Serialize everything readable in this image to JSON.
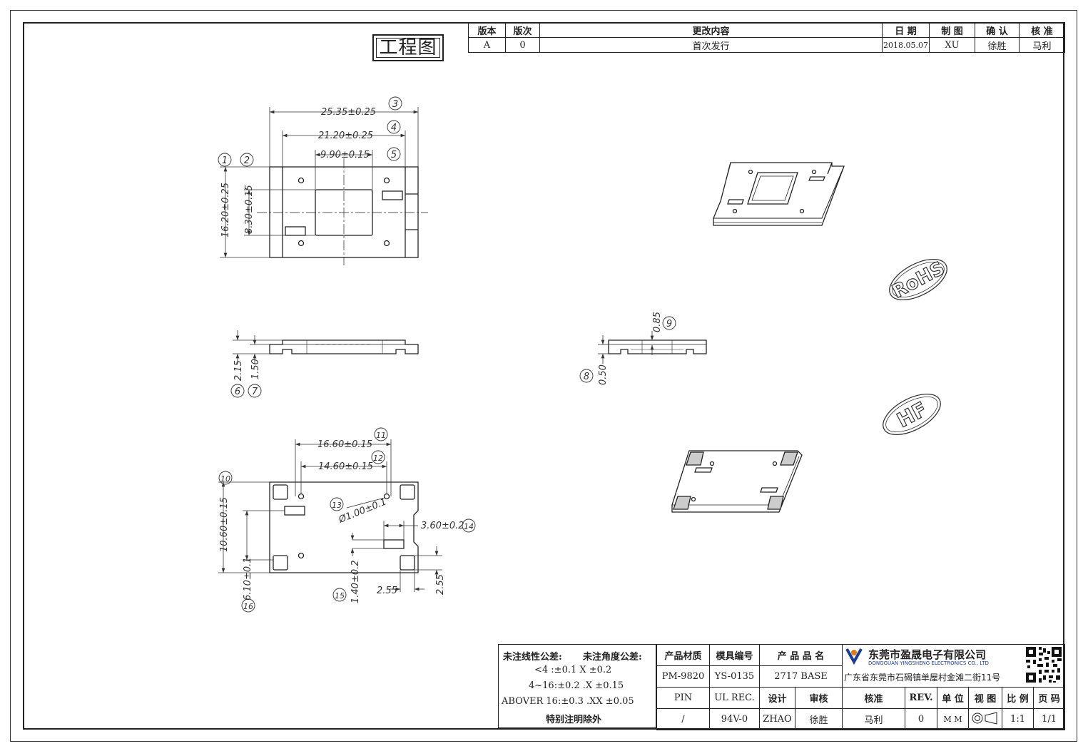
{
  "drawing_title": "工程图",
  "revision_table": {
    "headers": [
      "版本",
      "版次",
      "更改内容",
      "日 期",
      "制 图",
      "确 认",
      "核 准"
    ],
    "rows": [
      [
        "A",
        "0",
        "首次发行",
        "2018.05.07",
        "XU",
        "徐胜",
        "马利"
      ]
    ]
  },
  "dimensions": {
    "top_view": [
      "25.35±0.25",
      "21.20±0.25",
      "9.90±0.15",
      "16.20±0.25",
      "8.30±0.15"
    ],
    "side_view": [
      "2.15",
      "1.50"
    ],
    "end_view": [
      "0.85",
      "0.50"
    ],
    "bottom_view": [
      "16.60±0.15",
      "14.60±0.15",
      "Ø1.00±0.1",
      "3.60±0.2",
      "10.60±0.15",
      "6.10±0.1",
      "1.40±0.2",
      "2.55",
      "2.55"
    ]
  },
  "balloons": [
    "1",
    "2",
    "3",
    "4",
    "5",
    "6",
    "7",
    "8",
    "9",
    "10",
    "11",
    "12",
    "13",
    "14",
    "15",
    "16"
  ],
  "marks": {
    "rohs": "RoHS",
    "hf": "HF"
  },
  "tolerance": {
    "linear_label": "未注线性公差:",
    "angular_label": "未注角度公差:",
    "lines": [
      "<4 :±0.1   X ±0.2",
      "4~16:±0.2  .X ±0.15",
      "ABOVER 16:±0.3  .XX ±0.05"
    ],
    "note": "特别注明除外"
  },
  "title_block": {
    "material_label": "产品材质",
    "material": "PM-9820",
    "mold_label": "模具编号",
    "mold": "YS-0135",
    "product_label": "产 品 品 名",
    "product": "2717 BASE",
    "pin_label": "PIN",
    "pin": "/",
    "ul_label": "UL REC.",
    "ul": "94V-0",
    "design_label": "设计",
    "design": "ZHAO",
    "review_label": "审核",
    "review": "徐胜",
    "approve_label": "核准",
    "approve": "马利",
    "rev_label": "REV.",
    "rev": "0",
    "unit_label": "单 位",
    "unit": "M M",
    "view_label": "视 图",
    "scale_label": "比 例",
    "scale": "1:1",
    "page_label": "页 码",
    "page": "1/1"
  },
  "company": {
    "name_cn": "东莞市盈晟电子有限公司",
    "name_en": "DONGGUAN YINGSHENG ELECTRONICS CO., LTD",
    "address": "广东省东莞市石碣镇单屋村金滩二街11号"
  },
  "colors": {
    "line": "#222222",
    "dim": "#333333",
    "logo_blue": "#1a3d8f",
    "logo_orange": "#e07a1f"
  }
}
